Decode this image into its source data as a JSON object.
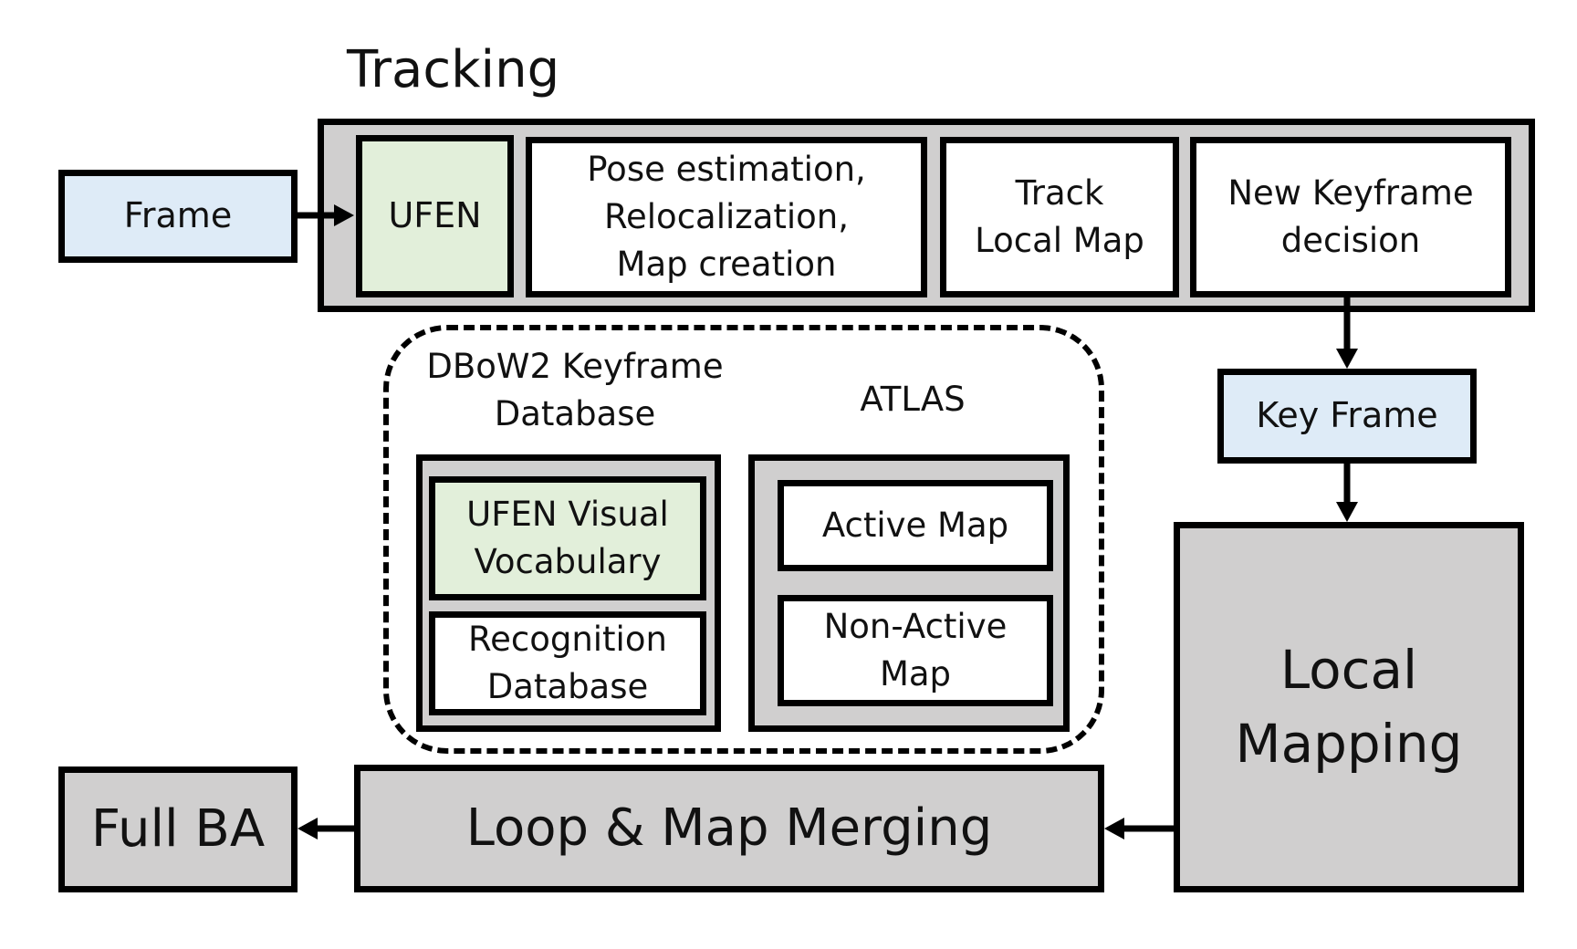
{
  "tracking": {
    "title": "Tracking",
    "ufen": "UFEN",
    "pose": "Pose estimation,\nRelocalization,\nMap creation",
    "track_local_map": "Track\nLocal Map",
    "new_keyframe": "New Keyframe\ndecision"
  },
  "frame": "Frame",
  "key_frame": "Key Frame",
  "database": {
    "title": "DBoW2 Keyframe\nDatabase",
    "vocabulary": "UFEN Visual\nVocabulary",
    "recognition": "Recognition\nDatabase"
  },
  "atlas": {
    "title": "ATLAS",
    "active_map": "Active Map",
    "non_active_map": "Non-Active\nMap"
  },
  "local_mapping": "Local\nMapping",
  "loop_merging": "Loop & Map Merging",
  "full_ba": "Full BA",
  "colors": {
    "gray": "#d0cfcf",
    "blue": "#deebf7",
    "green": "#e2efda"
  }
}
